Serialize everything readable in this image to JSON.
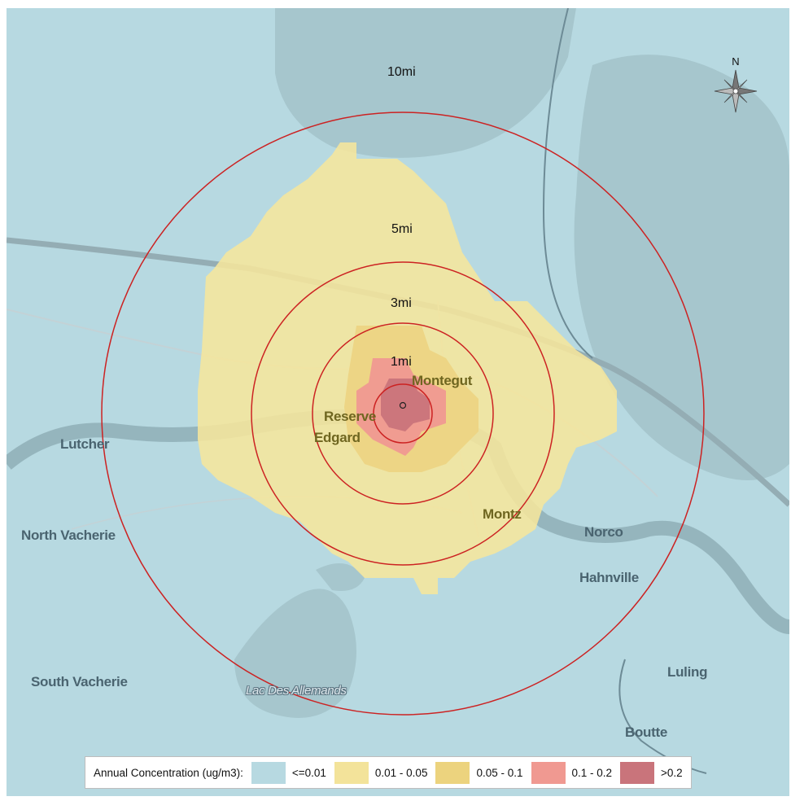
{
  "map": {
    "rings": [
      {
        "label": "10mi"
      },
      {
        "label": "5mi"
      },
      {
        "label": "3mi"
      },
      {
        "label": "1mi"
      }
    ],
    "places": {
      "montegut": "Montegut",
      "reserve": "Reserve",
      "edgard": "Edgard",
      "lutcher": "Lutcher",
      "north_vacherie": "North Vacherie",
      "south_vacherie": "South Vacherie",
      "montz": "Montz",
      "norco": "Norco",
      "hahnville": "Hahnville",
      "luling": "Luling",
      "boutte": "Boutte",
      "lake": "Lac Des Allemands"
    },
    "north_label": "N",
    "colors": {
      "land": "#b7d9e1",
      "water": "#a6c6cd",
      "ring": "#cc2222"
    }
  },
  "legend": {
    "title": "Annual Concentration (ug/m3):",
    "items": [
      {
        "label": "<=0.01",
        "color": "#b7d9e1"
      },
      {
        "label": "0.01 - 0.05",
        "color": "#f3e39a"
      },
      {
        "label": "0.05 - 0.1",
        "color": "#ecd37e"
      },
      {
        "label": "0.1 - 0.2",
        "color": "#f09991"
      },
      {
        "label": ">0.2",
        "color": "#c9747b"
      }
    ]
  }
}
